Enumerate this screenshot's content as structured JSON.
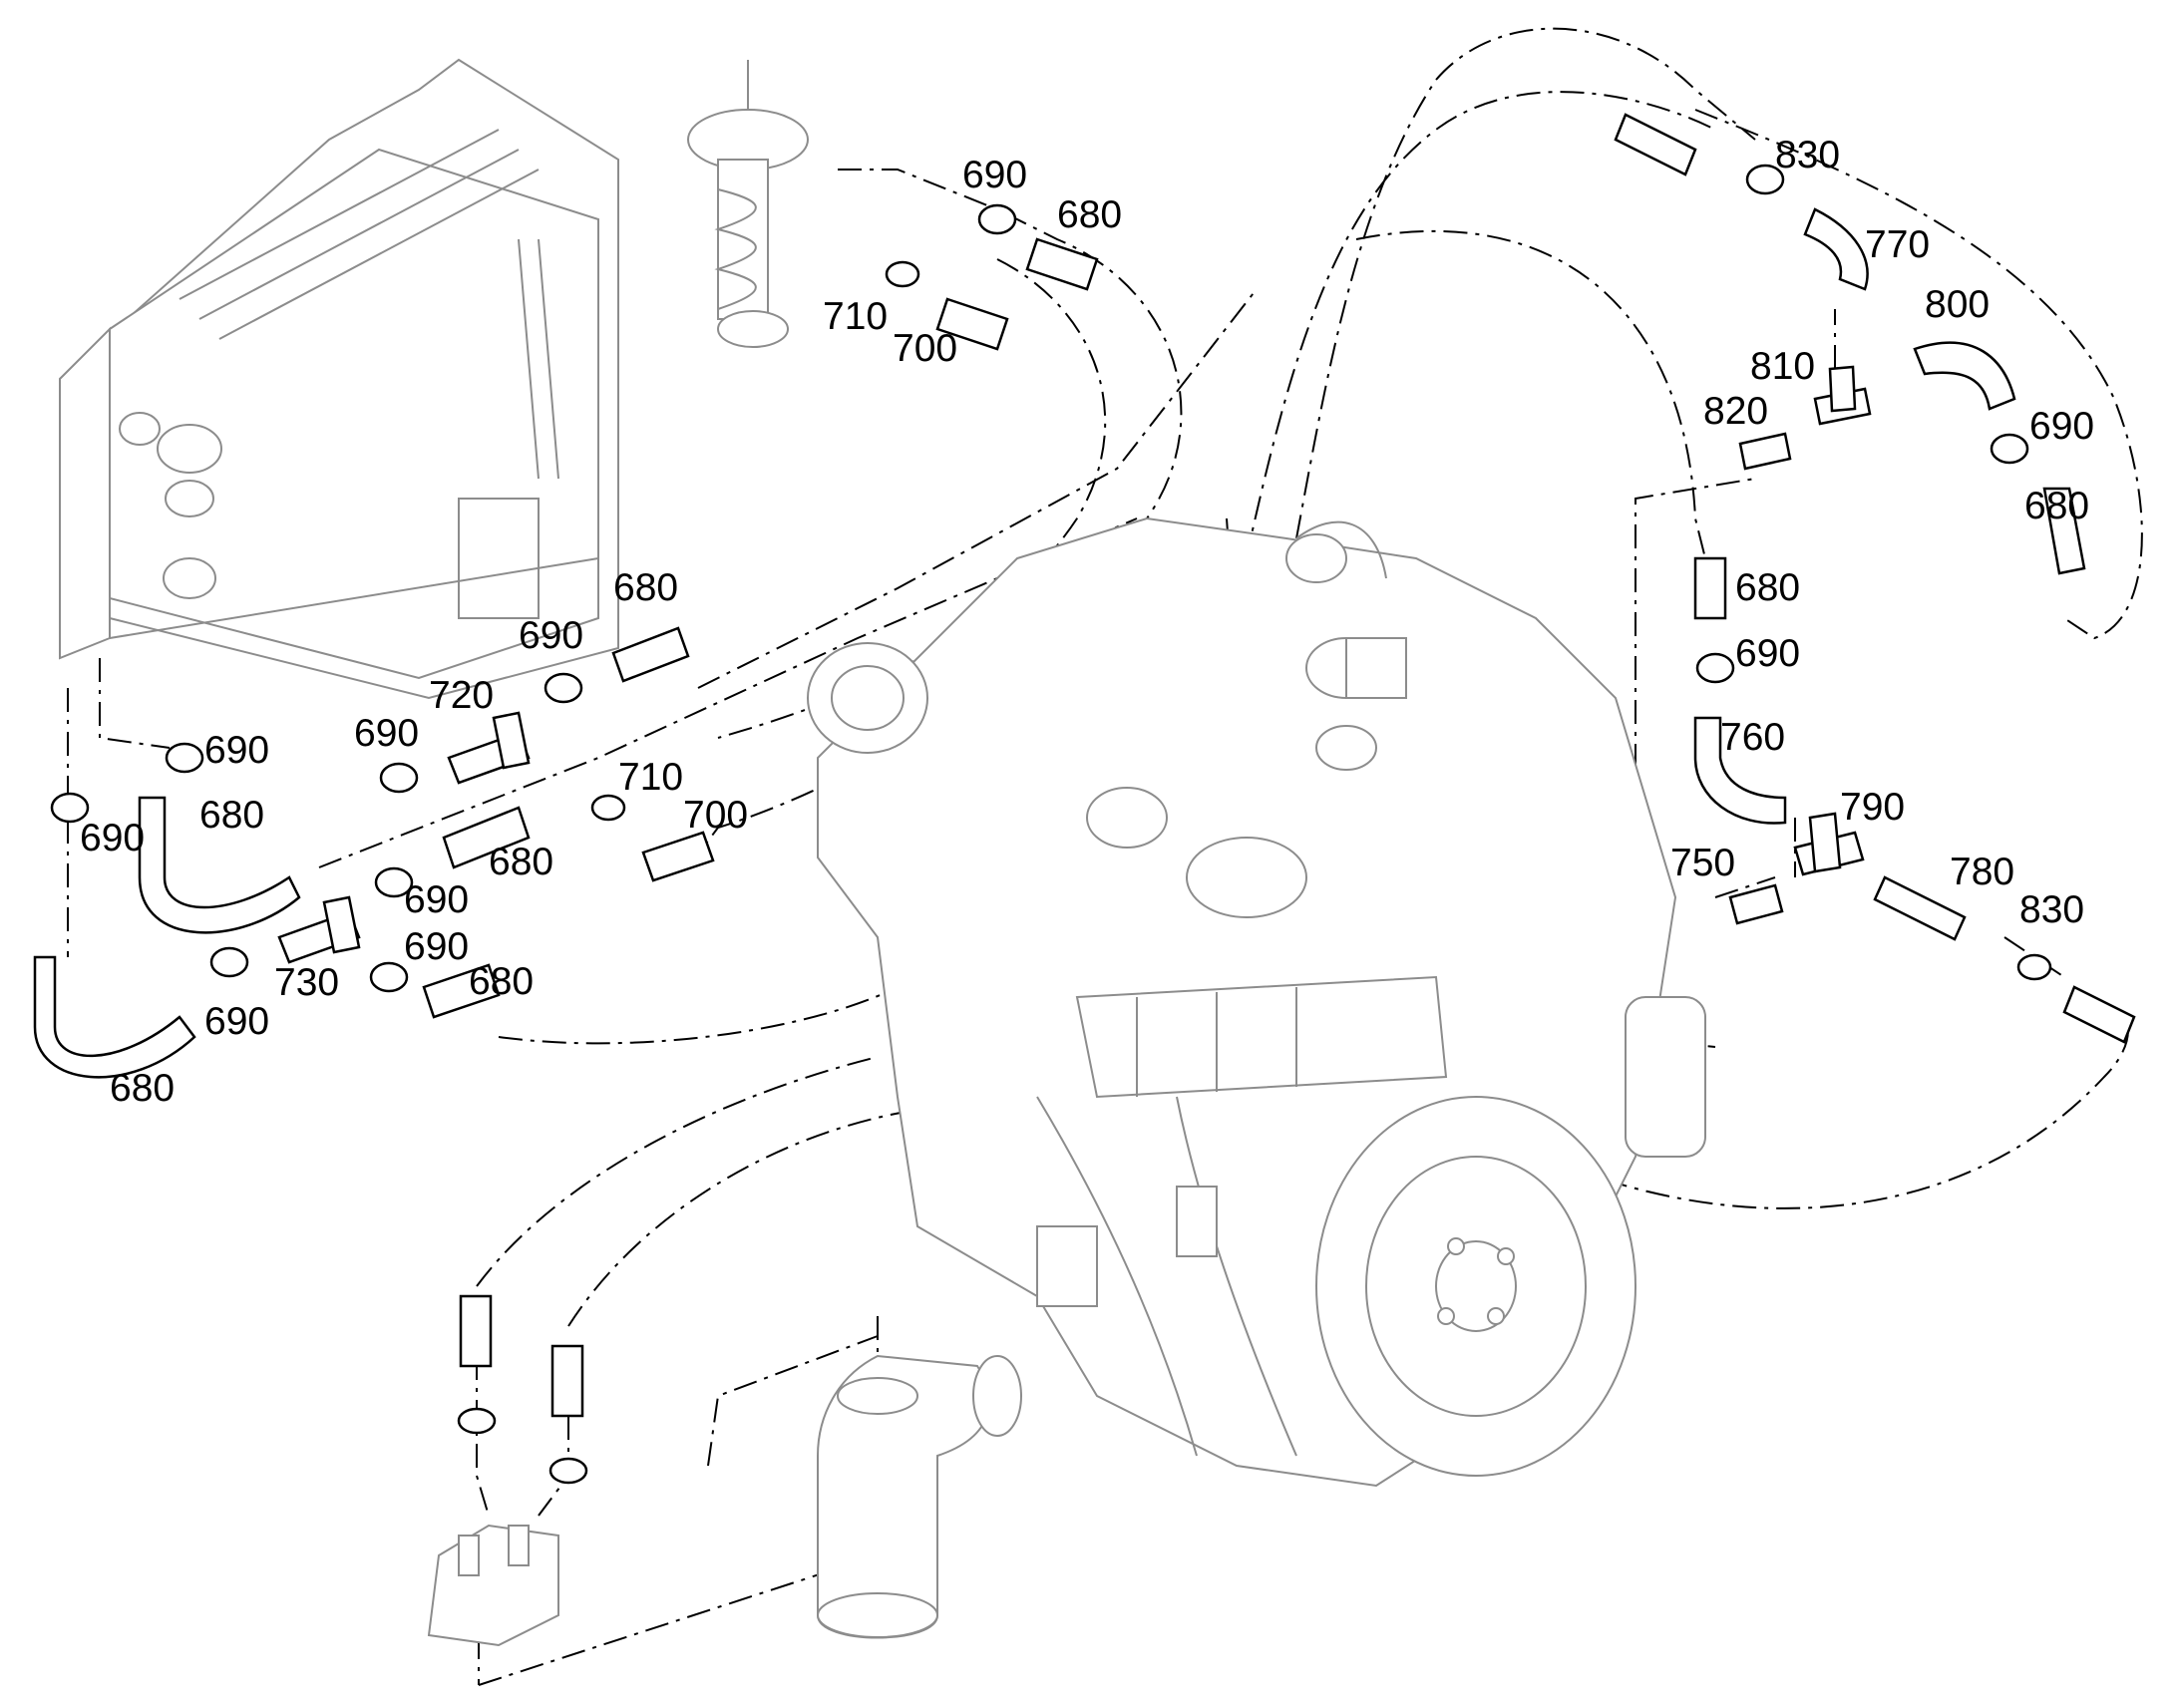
{
  "labels": [
    "690",
    "680",
    "830",
    "770",
    "800",
    "710",
    "700",
    "810",
    "820",
    "690",
    "680",
    "680",
    "680",
    "690",
    "720",
    "690",
    "690",
    "690",
    "680",
    "710",
    "700",
    "760",
    "680",
    "690",
    "790",
    "750",
    "780",
    "690",
    "680",
    "730",
    "690",
    "830",
    "690",
    "680"
  ]
}
